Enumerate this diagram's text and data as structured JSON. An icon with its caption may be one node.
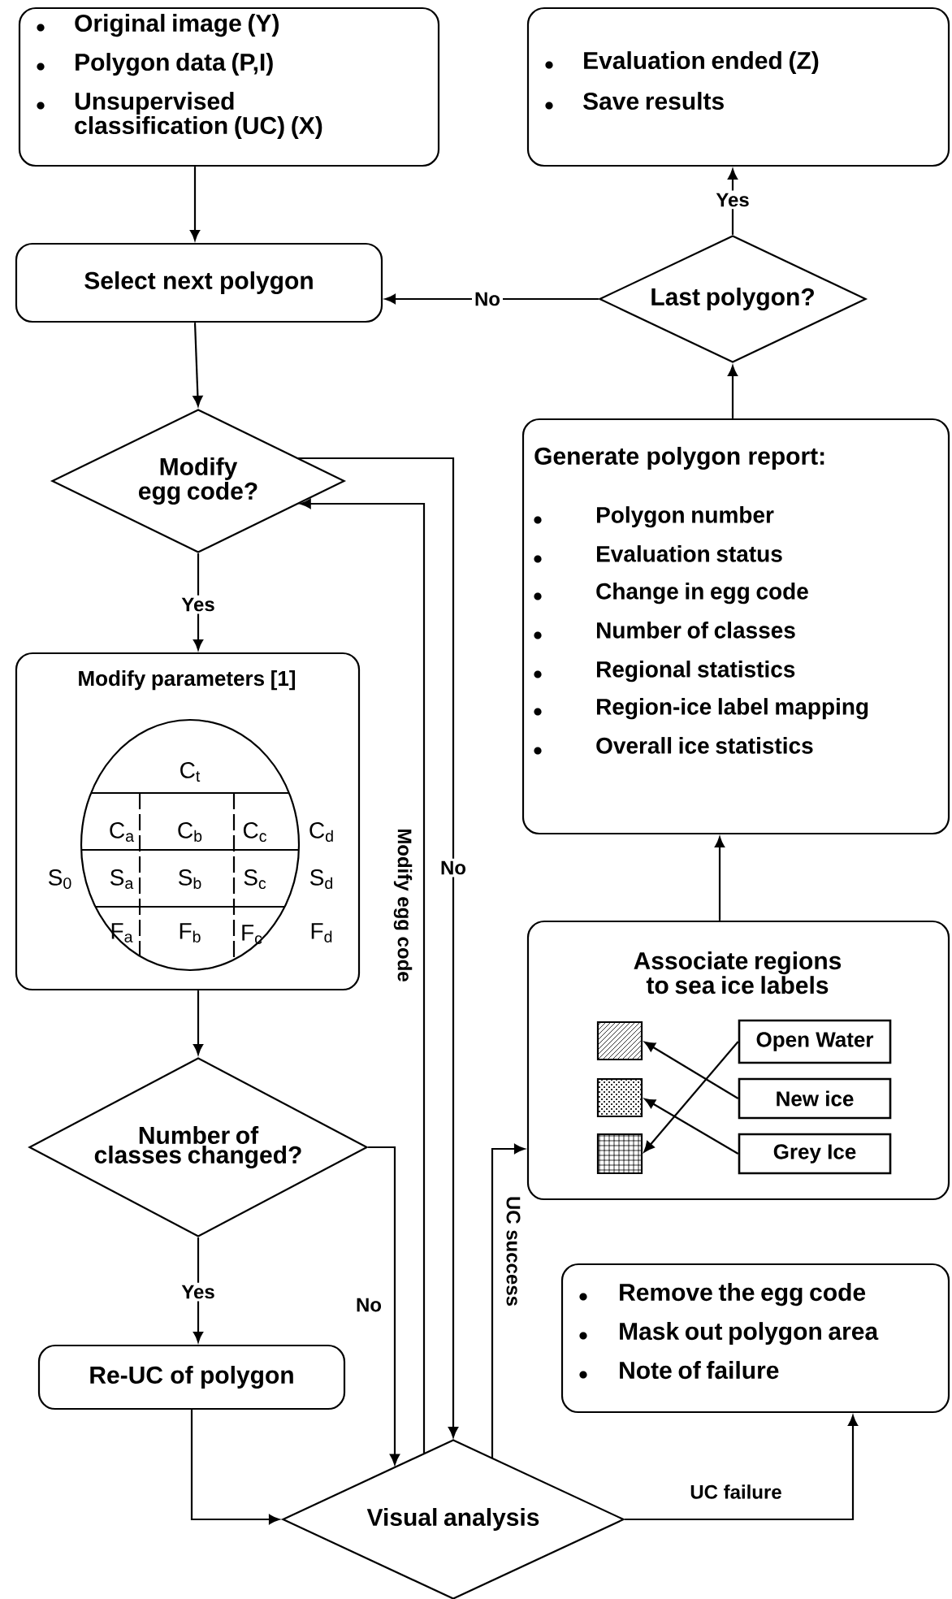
{
  "diagram": {
    "nodes": [
      {
        "text": [
          "Original image (Y)",
          "Polygon data (P,I)",
          "Unsupervised classification (UC) (X)"
        ]
      },
      {
        "text": [
          "Select next polygon"
        ]
      },
      {
        "text": [
          "Modify egg code?"
        ]
      },
      {
        "text": [
          "Modify parameters [1]"
        ]
      },
      {
        "text": [
          "Number of classes changed?"
        ]
      },
      {
        "text": [
          "Re-UC of polygon"
        ]
      },
      {
        "text": [
          "Visual analysis"
        ]
      },
      {
        "text": [
          "Remove the egg code",
          "Mask out polygon area",
          "Note of failure"
        ]
      },
      {
        "text": [
          "Associate regions to sea ice labels"
        ]
      },
      {
        "text": [],
        "shape": "box",
        "in": 8
      },
      {
        "text": [],
        "shape": "box",
        "in": 8
      },
      {
        "text": [],
        "shape": "box",
        "in": 8
      },
      {
        "text": [
          "Open Water"
        ],
        "in": 8
      },
      {
        "text": [
          "New ice"
        ],
        "in": 8
      },
      {
        "text": [
          "Grey Ice"
        ],
        "in": 8
      },
      {
        "text": [
          "Generate polygon report:",
          "Polygon number",
          "Evaluation status",
          "Change in egg code",
          "Number of classes",
          "Regional statistics",
          "Region-ice label mapping",
          "Overall ice statistics"
        ]
      },
      {
        "text": [
          "Last polygon?"
        ]
      },
      {
        "text": [
          "Evaluation ended (Z)",
          "Save results"
        ]
      }
    ],
    "edges": [
      {
        "from": 0,
        "to": 1,
        "arrow": "to"
      },
      {
        "from": 1,
        "to": 2,
        "arrow": "to"
      },
      {
        "from": 2,
        "to": 3,
        "arrow": "to",
        "label": "Yes"
      },
      {
        "from": 3,
        "to": 4,
        "arrow": "to"
      },
      {
        "from": 4,
        "to": 5,
        "arrow": "to",
        "label": "Yes"
      },
      {
        "from": 4,
        "to": 6,
        "arrow": "to",
        "label": "No"
      },
      {
        "from": 5,
        "to": 6,
        "arrow": "to"
      },
      {
        "from": 2,
        "to": 6,
        "arrow": "to",
        "label": "No"
      },
      {
        "from": 6,
        "to": 2,
        "arrow": "to",
        "label": "Modify egg code"
      },
      {
        "from": 6,
        "to": 8,
        "arrow": "to",
        "label": "UC success"
      },
      {
        "from": 6,
        "to": 7,
        "arrow": "to",
        "label": "UC failure"
      },
      {
        "from": 8,
        "to": 15,
        "arrow": "to"
      },
      {
        "from": 15,
        "to": 16,
        "arrow": "to"
      },
      {
        "from": 16,
        "to": 1,
        "arrow": "to",
        "label": "No"
      },
      {
        "from": 16,
        "to": 17,
        "arrow": "to",
        "label": "Yes"
      },
      {
        "from": 13,
        "to": 9,
        "arrow": "to"
      },
      {
        "from": 14,
        "to": 10,
        "arrow": "to"
      },
      {
        "from": 12,
        "to": 11,
        "arrow": "to"
      }
    ],
    "labels": [
      "C$_{t}$",
      "C$_{a}$",
      "C$_{b}$",
      "C$_{c}$",
      "C$_{d}$",
      "S$_{0}$",
      "S$_{a}$",
      "S$_{b}$",
      "S$_{c}$",
      "S$_{d}$",
      "F$_{a}$",
      "F$_{b}$",
      "F$_{c}$",
      "F$_{d}$"
    ]
  }
}
